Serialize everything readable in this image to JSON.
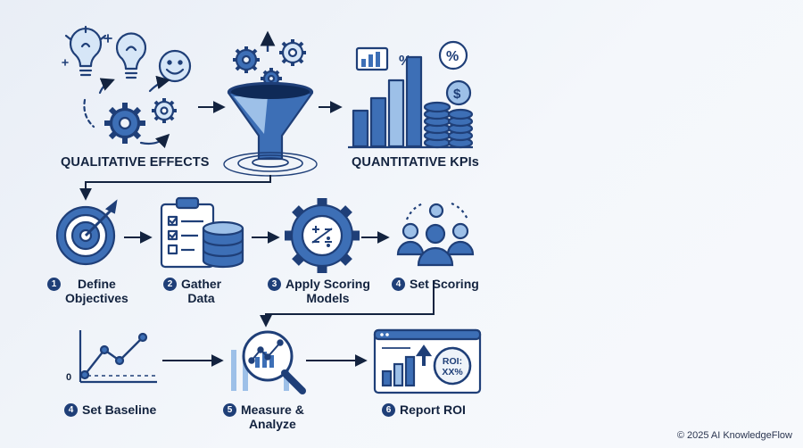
{
  "header_labels": {
    "qualitative": "QUALITATIVE EFFECTS",
    "quantitative": "QUANTITATIVE KPIs"
  },
  "steps": [
    {
      "num": "1",
      "line1": "Define",
      "line2": "Objectives"
    },
    {
      "num": "2",
      "line1": "Gather",
      "line2": "Data"
    },
    {
      "num": "3",
      "line1": "Apply Scoring",
      "line2": "Models"
    },
    {
      "num": "4",
      "line1": "Set Scoring",
      "line2": ""
    },
    {
      "num": "4",
      "line1": "Set Baseline",
      "line2": ""
    },
    {
      "num": "5",
      "line1": "Measure &",
      "line2": "Analyze"
    },
    {
      "num": "6",
      "line1": "Report ROI",
      "line2": ""
    }
  ],
  "icon_text": {
    "percent": "%",
    "dollar": "$",
    "roi_line1": "ROI:",
    "roi_line2": "XX%",
    "baseline_zero": "0"
  },
  "icons": [
    "lightbulb-icon",
    "smiley-icon",
    "gears-icon",
    "funnel-icon",
    "bar-chart-icon",
    "coin-stack-icon",
    "target-icon",
    "clipboard-icon",
    "database-icon",
    "calculator-gear-icon",
    "team-icon",
    "line-chart-icon",
    "magnifier-chart-icon",
    "roi-report-icon"
  ],
  "colors": {
    "dark": "#1f3f78",
    "mid": "#3d6fb6",
    "light": "#9dc0e8",
    "bg": "#eef3f9"
  },
  "footer": {
    "copyright": "© 2025 AI KnowledgeFlow"
  }
}
